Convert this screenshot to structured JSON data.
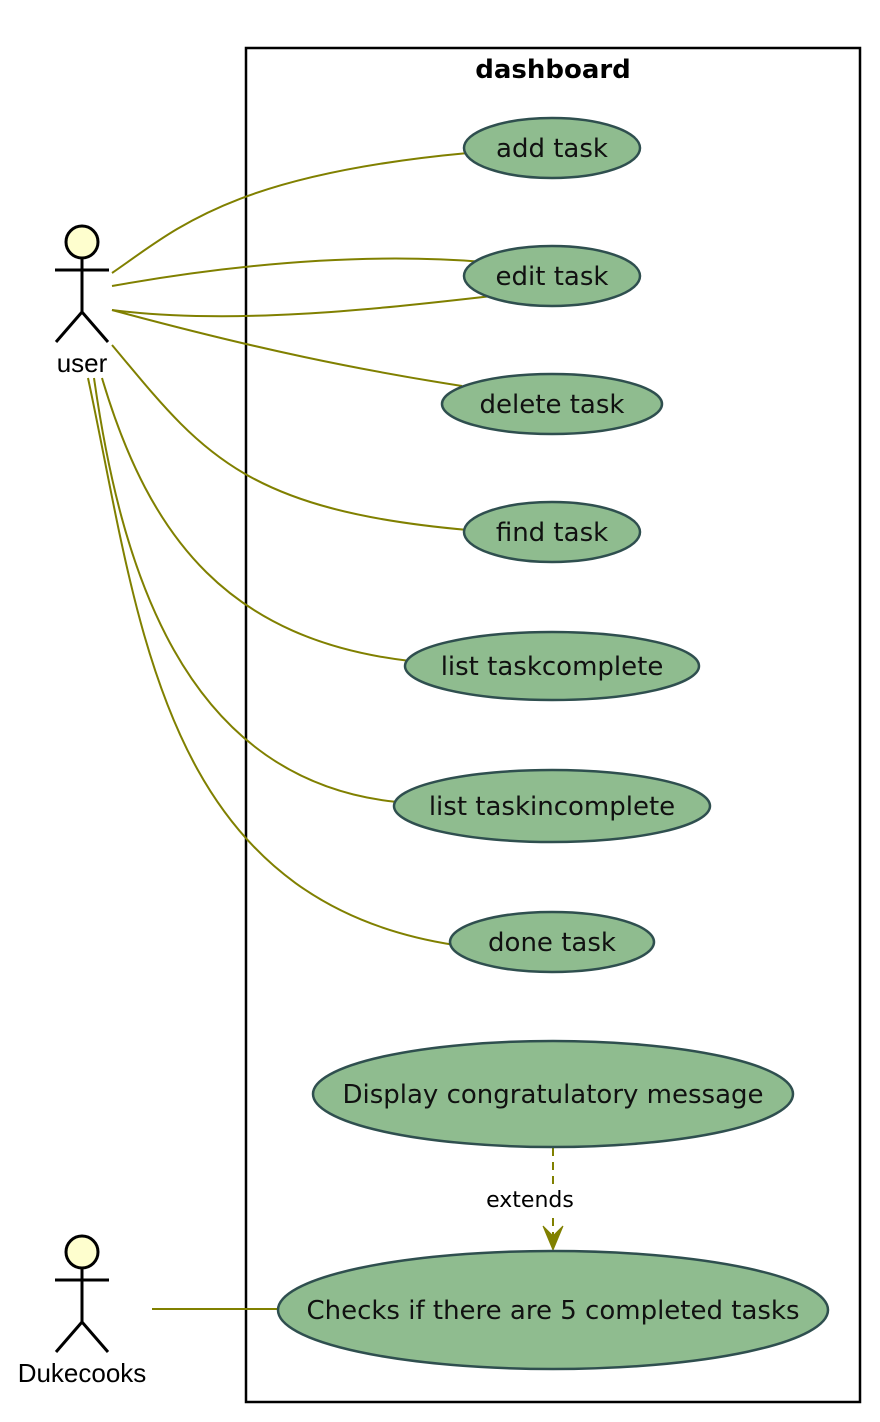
{
  "system": {
    "title": "dashboard"
  },
  "actors": {
    "user": "user",
    "dukecooks": "Dukecooks"
  },
  "use_cases": {
    "add_task": "add task",
    "edit_task": "edit task",
    "delete_task": "delete task",
    "find_task": "find task",
    "list_taskcomplete": "list taskcomplete",
    "list_taskincomplete": "list taskincomplete",
    "done_task": "done task",
    "display_congrats": "Display congratulatory message",
    "checks_completed": "Checks if there are 5 completed tasks"
  },
  "relations": {
    "extends_label": "extends"
  },
  "colors": {
    "usecase_fill": "#8fbc8f",
    "usecase_stroke": "#2f4f4f",
    "actor_head_fill": "#fefece",
    "association_line": "#808000",
    "boundary": "#000000"
  }
}
